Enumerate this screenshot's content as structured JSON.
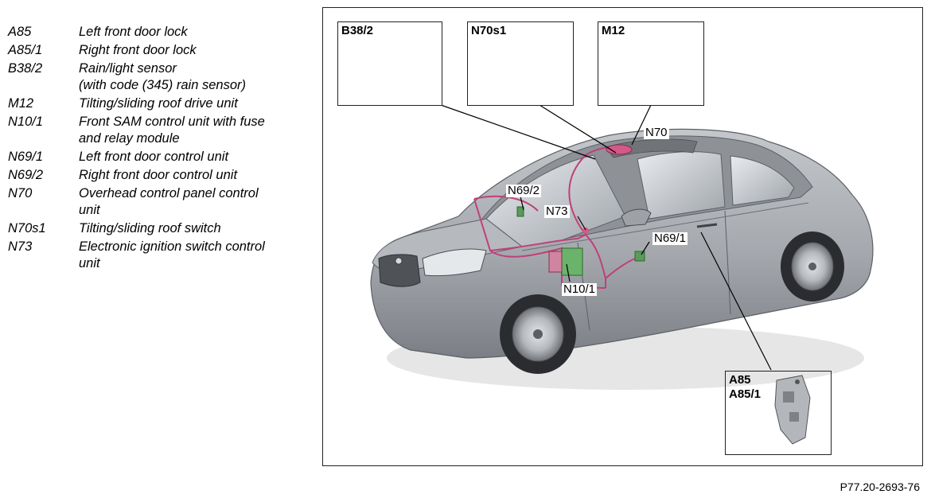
{
  "legend": [
    {
      "code": "A85",
      "desc": "Left front door lock"
    },
    {
      "code": "A85/1",
      "desc": "Right front door lock"
    },
    {
      "code": "B38/2",
      "desc": "Rain/light sensor",
      "desc2": "(with code (345) rain sensor)"
    },
    {
      "code": "M12",
      "desc": "Tilting/sliding roof drive unit"
    },
    {
      "code": "N10/1",
      "desc": "Front SAM control unit with fuse",
      "desc2": "and relay module"
    },
    {
      "code": "N69/1",
      "desc": "Left front door control unit"
    },
    {
      "code": "N69/2",
      "desc": "Right front door control unit"
    },
    {
      "code": "N70",
      "desc": "Overhead control panel control",
      "desc2": "unit"
    },
    {
      "code": "N70s1",
      "desc": "Tilting/sliding roof switch"
    },
    {
      "code": "N73",
      "desc": "Electronic ignition switch control",
      "desc2": "unit"
    }
  ],
  "insets": {
    "b38": "B38/2",
    "n70s1": "N70s1",
    "m12": "M12",
    "a85": "A85",
    "a851": "A85/1"
  },
  "callouts": {
    "n70": "N70",
    "n692": "N69/2",
    "n73": "N73",
    "n691": "N69/1",
    "n101": "N10/1"
  },
  "reference": "P77.20-2693-76",
  "colors": {
    "wiring": "#c0407a",
    "car_body": "#a9adb2",
    "car_dark": "#5c6066"
  }
}
